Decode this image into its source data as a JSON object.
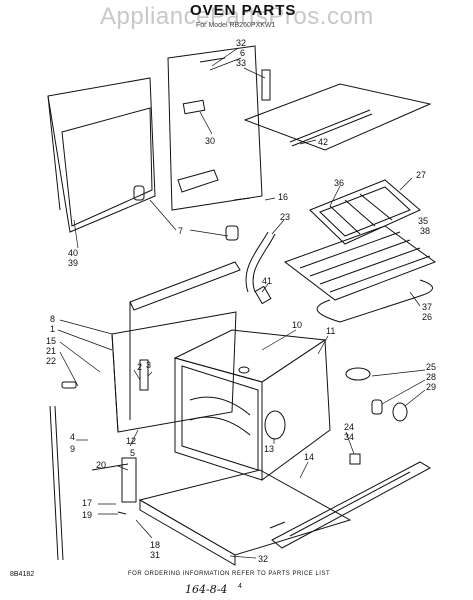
{
  "header": {
    "watermark": "AppliancePartsPros.com",
    "title": "OVEN PARTS",
    "subtitle": "For Model RB260PXKW1"
  },
  "callouts": [
    "32",
    "6",
    "33",
    "30",
    "42",
    "16",
    "7",
    "40",
    "39",
    "23",
    "36",
    "27",
    "35",
    "38",
    "41",
    "37",
    "26",
    "8",
    "1",
    "15",
    "21",
    "22",
    "10",
    "11",
    "2",
    "3",
    "12",
    "5",
    "4",
    "9",
    "20",
    "13",
    "25",
    "28",
    "29",
    "24",
    "34",
    "14",
    "17",
    "19",
    "18",
    "31",
    "32"
  ],
  "footer": {
    "diagram_code": "8B4182",
    "instruction": "FOR ORDERING INFORMATION REFER TO PARTS PRICE LIST",
    "page_number": "4",
    "handwritten_note": "164-8-4"
  }
}
